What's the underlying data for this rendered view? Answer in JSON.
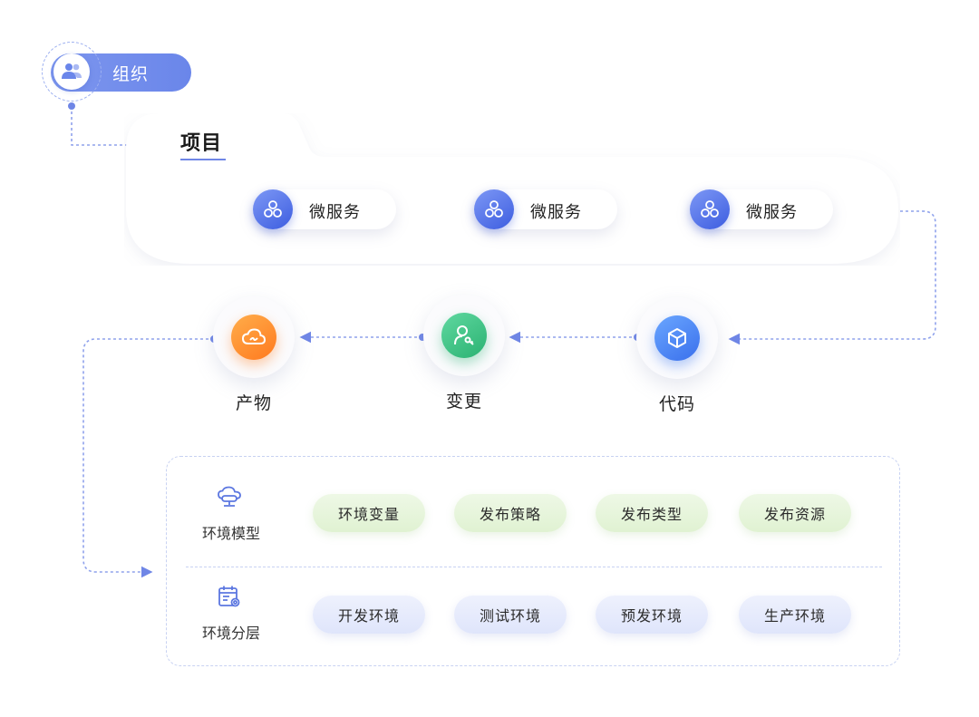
{
  "organization": {
    "label": "组织",
    "icon": "team-icon"
  },
  "project": {
    "title": "项目",
    "microservices": [
      {
        "label": "微服务",
        "icon": "microservice-icon"
      },
      {
        "label": "微服务",
        "icon": "microservice-icon"
      },
      {
        "label": "微服务",
        "icon": "microservice-icon"
      }
    ]
  },
  "flow": {
    "artifact": {
      "label": "产物",
      "icon": "cloud-icon",
      "color": "#ff8a2b"
    },
    "change": {
      "label": "变更",
      "icon": "user-key-icon",
      "color": "#3fc08a"
    },
    "code": {
      "label": "代码",
      "icon": "cube-icon",
      "color": "#3f7af0"
    }
  },
  "environment": {
    "model": {
      "label": "环境模型",
      "icon": "cloud-server-icon",
      "tags": [
        "环境变量",
        "发布策略",
        "发布类型",
        "发布资源"
      ]
    },
    "layers": {
      "label": "环境分层",
      "icon": "calendar-settings-icon",
      "tags": [
        "开发环境",
        "测试环境",
        "预发环境",
        "生产环境"
      ]
    }
  },
  "colors": {
    "accent": "#6a86ea",
    "connector": "#7a90e6",
    "green_tag": "#e4f4d8",
    "blue_tag": "#e3e8fc"
  }
}
